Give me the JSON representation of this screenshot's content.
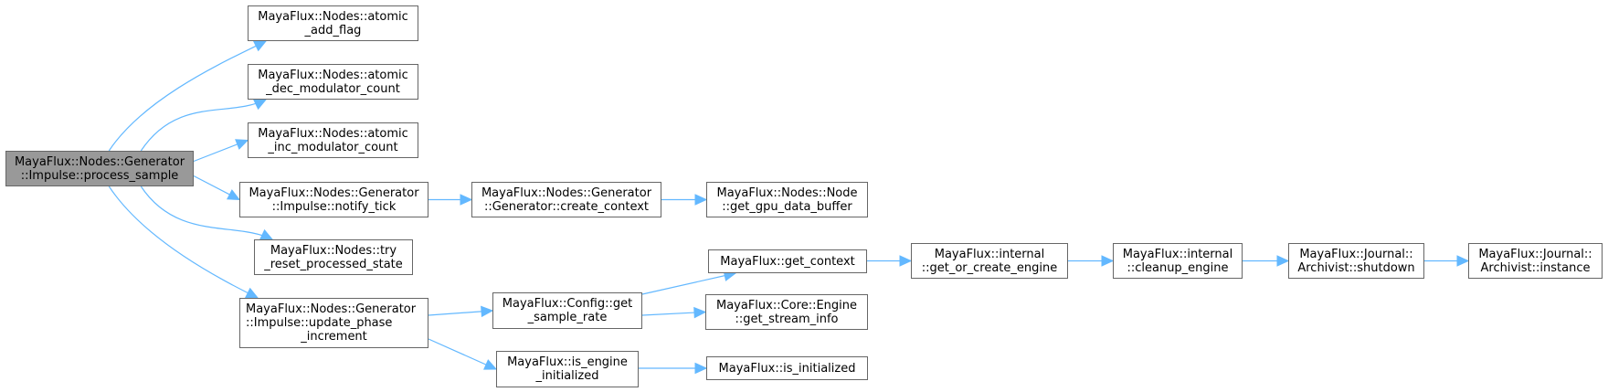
{
  "graph": {
    "edge_color": "#63b8ff",
    "root_fill": "#999999",
    "node_border": "#666666",
    "nodes": [
      {
        "id": "root",
        "lines": [
          "MayaFlux::Nodes::Generator",
          "::Impulse::process_sample"
        ],
        "root": true
      },
      {
        "id": "atomic_add_flag",
        "lines": [
          "MayaFlux::Nodes::atomic",
          "_add_flag"
        ]
      },
      {
        "id": "atomic_dec",
        "lines": [
          "MayaFlux::Nodes::atomic",
          "_dec_modulator_count"
        ]
      },
      {
        "id": "atomic_inc",
        "lines": [
          "MayaFlux::Nodes::atomic",
          "_inc_modulator_count"
        ]
      },
      {
        "id": "notify_tick",
        "lines": [
          "MayaFlux::Nodes::Generator",
          "::Impulse::notify_tick"
        ]
      },
      {
        "id": "try_reset",
        "lines": [
          "MayaFlux::Nodes::try",
          "_reset_processed_state"
        ]
      },
      {
        "id": "update_phase",
        "lines": [
          "MayaFlux::Nodes::Generator",
          "::Impulse::update_phase",
          "_increment"
        ]
      },
      {
        "id": "create_context",
        "lines": [
          "MayaFlux::Nodes::Generator",
          "::Generator::create_context"
        ]
      },
      {
        "id": "get_gpu",
        "lines": [
          "MayaFlux::Nodes::Node",
          "::get_gpu_data_buffer"
        ]
      },
      {
        "id": "get_sample_rate",
        "lines": [
          "MayaFlux::Config::get",
          "_sample_rate"
        ]
      },
      {
        "id": "is_engine_init",
        "lines": [
          "MayaFlux::is_engine",
          "_initialized"
        ]
      },
      {
        "id": "get_context",
        "lines": [
          "MayaFlux::get_context"
        ]
      },
      {
        "id": "get_stream_info",
        "lines": [
          "MayaFlux::Core::Engine",
          "::get_stream_info"
        ]
      },
      {
        "id": "is_initialized",
        "lines": [
          "MayaFlux::is_initialized"
        ]
      },
      {
        "id": "get_or_create",
        "lines": [
          "MayaFlux::internal",
          "::get_or_create_engine"
        ]
      },
      {
        "id": "cleanup",
        "lines": [
          "MayaFlux::internal",
          "::cleanup_engine"
        ]
      },
      {
        "id": "shutdown",
        "lines": [
          "MayaFlux::Journal::",
          "Archivist::shutdown"
        ]
      },
      {
        "id": "instance",
        "lines": [
          "MayaFlux::Journal::",
          "Archivist::instance"
        ]
      }
    ],
    "edges": [
      {
        "from": "root",
        "to": "atomic_add_flag"
      },
      {
        "from": "root",
        "to": "atomic_dec"
      },
      {
        "from": "root",
        "to": "atomic_inc"
      },
      {
        "from": "root",
        "to": "notify_tick"
      },
      {
        "from": "root",
        "to": "try_reset"
      },
      {
        "from": "root",
        "to": "update_phase"
      },
      {
        "from": "notify_tick",
        "to": "create_context"
      },
      {
        "from": "create_context",
        "to": "get_gpu"
      },
      {
        "from": "update_phase",
        "to": "get_sample_rate"
      },
      {
        "from": "update_phase",
        "to": "is_engine_init"
      },
      {
        "from": "get_sample_rate",
        "to": "get_context"
      },
      {
        "from": "get_sample_rate",
        "to": "get_stream_info"
      },
      {
        "from": "is_engine_init",
        "to": "is_initialized"
      },
      {
        "from": "get_context",
        "to": "get_or_create"
      },
      {
        "from": "get_or_create",
        "to": "cleanup"
      },
      {
        "from": "cleanup",
        "to": "shutdown"
      },
      {
        "from": "shutdown",
        "to": "instance"
      }
    ]
  }
}
